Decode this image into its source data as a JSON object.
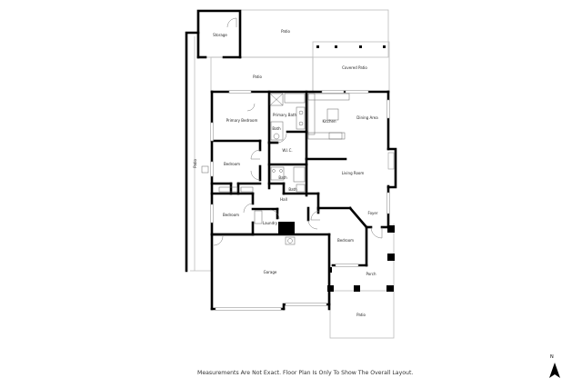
{
  "floorplan": {
    "rooms": {
      "storage": "Storage",
      "patio_top": "Patio",
      "covered_patio": "Covered Patio",
      "patio_mid": "Patio",
      "primary_bedroom": "Primary Bedroom",
      "primary_bath": "Primary Bath",
      "bath_primary_wc": "Bath",
      "kitchen": "Kitchen",
      "dining_area": "Dining Area",
      "wic": "W.I.C.",
      "bedroom_1": "Bedroom",
      "bath_hall_1": "Bath",
      "bath_hall_2": "Bath",
      "living_room": "Living Room",
      "patio_side": "Patio",
      "hall": "Hall",
      "bedroom_2": "Bedroom",
      "laundry": "Laundry",
      "foyer": "Foyer",
      "bedroom_3": "Bedroom",
      "garage": "Garage",
      "porch": "Porch",
      "patio_front": "Patio"
    },
    "disclaimer": "Measurements Are Not Exact. Floor Plan Is Only To Show The Overall Layout.",
    "compass": {
      "label": "N",
      "icon": "north-arrow-icon"
    }
  }
}
